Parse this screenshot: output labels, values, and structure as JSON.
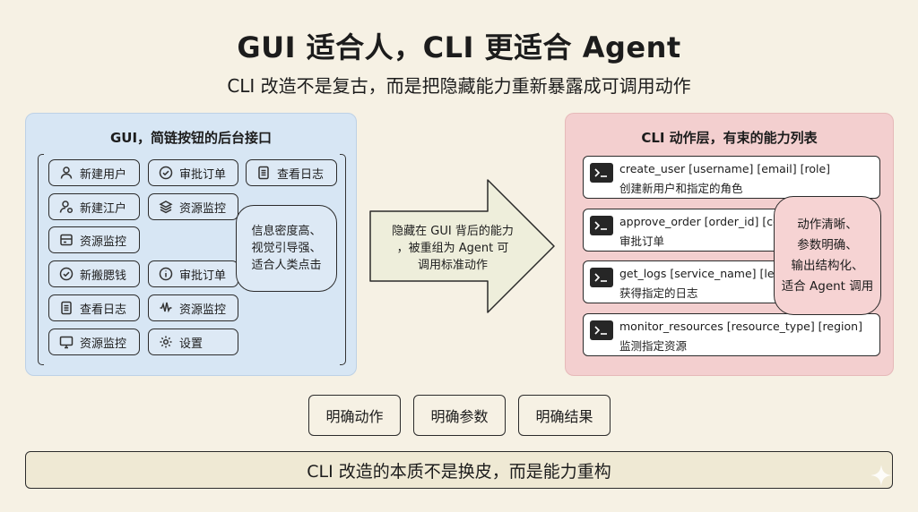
{
  "header": {
    "title": "GUI 适合人，CLI 更适合 Agent",
    "subtitle": "CLI 改造不是复古，而是把隐藏能力重新暴露成可调用动作"
  },
  "left_panel": {
    "title": "GUI，简链按钮的后台接口",
    "buttons": [
      {
        "label": "新建用户",
        "icon": "user-icon"
      },
      {
        "label": "审批订单",
        "icon": "check-circle-icon"
      },
      {
        "label": "查看日志",
        "icon": "document-icon"
      },
      {
        "label": "新建江户",
        "icon": "user-gear-icon"
      },
      {
        "label": "资源监控",
        "icon": "layers-icon"
      },
      {
        "label": "资源监控",
        "icon": "panel-icon"
      },
      {
        "label": "新搬腮钱",
        "icon": "check-circle-icon"
      },
      {
        "label": "审批订单",
        "icon": "info-icon"
      },
      {
        "label": "查看日志",
        "icon": "document-icon"
      },
      {
        "label": "资源监控",
        "icon": "waveform-icon"
      },
      {
        "label": "资源监控",
        "icon": "monitor-icon"
      },
      {
        "label": "设置",
        "icon": "gear-icon"
      }
    ],
    "bubble": {
      "line1": "信息密度高、",
      "line2": "视觉引导强、",
      "line3": "适合人类点击"
    }
  },
  "arrow": {
    "line1": "隐藏在 GUI 背后的能力",
    "line2": "，被重组为 Agent 可",
    "line3": "调用标准动作"
  },
  "right_panel": {
    "title": "CLI 动作层，有束的能力列表",
    "commands": [
      {
        "cmd": "create_user [username] [email] [role]",
        "desc": "创建新用户和指定的角色"
      },
      {
        "cmd": "approve_order [order_id] [comment]",
        "desc": "审批订单"
      },
      {
        "cmd": "get_logs [service_name] [level] [count]",
        "desc": "获得指定的日志"
      },
      {
        "cmd": "monitor_resources [resource_type] [region]",
        "desc": "监测指定资源"
      }
    ],
    "bubble": {
      "line1": "动作清晰、",
      "line2": "参数明确、",
      "line3": "输出结构化、",
      "line4": "适合 Agent 调用"
    }
  },
  "features": [
    "明确动作",
    "明确参数",
    "明确结果"
  ],
  "conclusion": "CLI 改造的本质不是换皮，而是能力重构",
  "colors": {
    "background": "#f6f1e4",
    "gui_panel": "#d7e6f4",
    "cli_panel": "#f3cfcf",
    "arrow": "#eeeedb"
  }
}
